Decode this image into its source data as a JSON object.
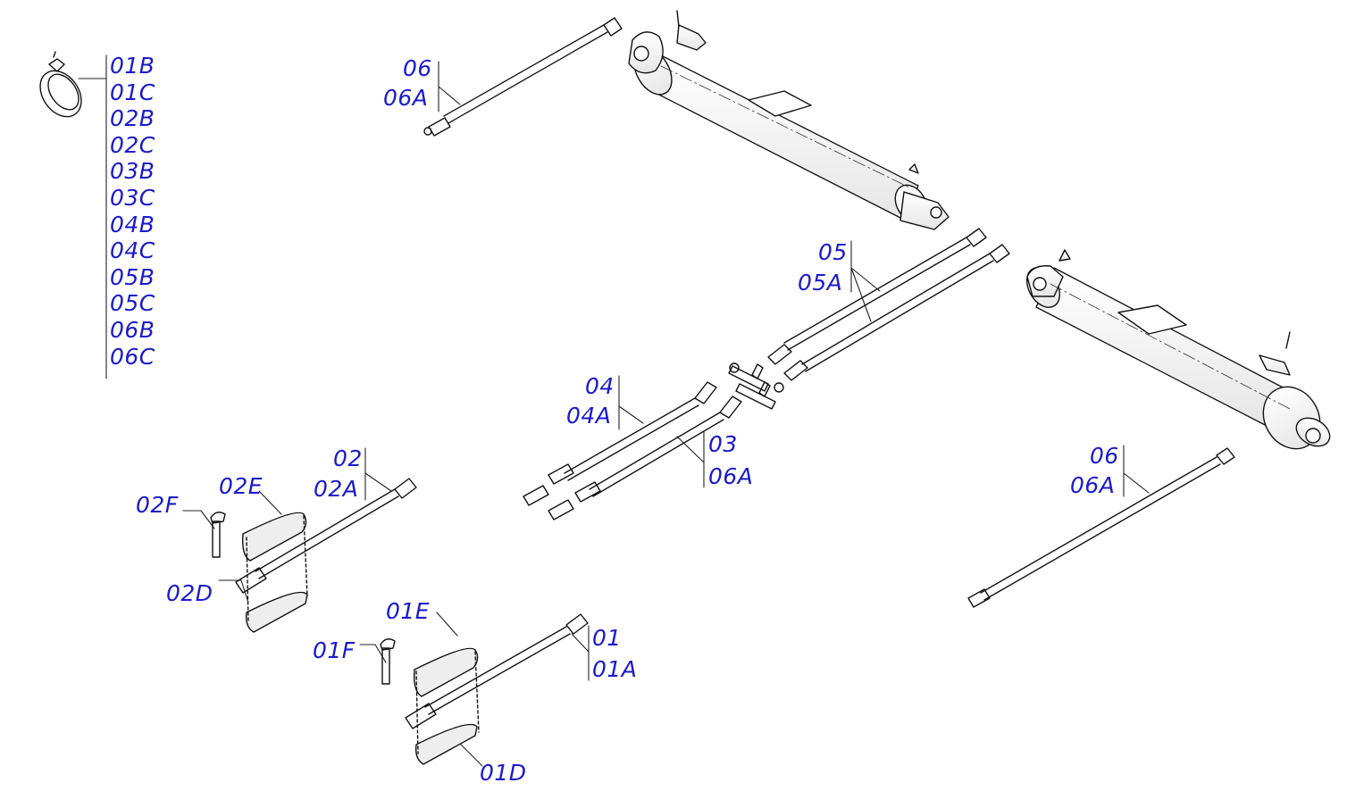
{
  "callouts": {
    "list": [
      "01B",
      "01C",
      "02B",
      "02C",
      "03B",
      "03C",
      "04B",
      "04C",
      "05B",
      "05C",
      "06B",
      "06C"
    ],
    "top_hose": [
      "06",
      "06A"
    ],
    "mid_hose": [
      "05",
      "05A"
    ],
    "left_hose_a": [
      "04",
      "04A"
    ],
    "left_hose_b": [
      "03",
      "06A"
    ],
    "right_hose": [
      "06",
      "06A"
    ],
    "handle_2": [
      "02",
      "02A"
    ],
    "handle_2_parts": {
      "e": "02E",
      "f": "02F",
      "d": "02D"
    },
    "handle_1": [
      "01",
      "01A"
    ],
    "handle_1_parts": {
      "e": "01E",
      "f": "01F",
      "d": "01D"
    }
  }
}
